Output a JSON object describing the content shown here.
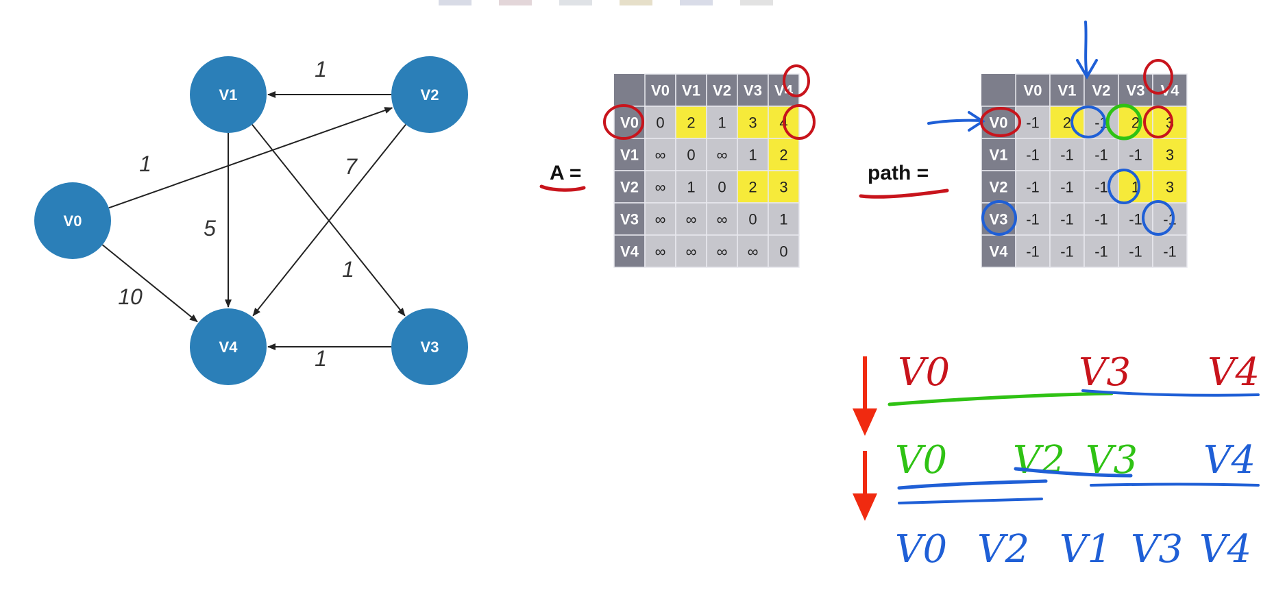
{
  "graph": {
    "nodes": [
      {
        "id": "V0"
      },
      {
        "id": "V1"
      },
      {
        "id": "V2"
      },
      {
        "id": "V3"
      },
      {
        "id": "V4"
      }
    ],
    "edges": [
      {
        "from": "V2",
        "to": "V1",
        "weight": "1"
      },
      {
        "from": "V0",
        "to": "V2",
        "weight": "1"
      },
      {
        "from": "V2",
        "to": "V4",
        "weight": "7"
      },
      {
        "from": "V1",
        "to": "V4",
        "weight": "5"
      },
      {
        "from": "V0",
        "to": "V4",
        "weight": "10"
      },
      {
        "from": "V1",
        "to": "V3",
        "weight": "1"
      },
      {
        "from": "V3",
        "to": "V4",
        "weight": "1"
      }
    ],
    "node_color": "#2b7fb8"
  },
  "matrix_a": {
    "label": "A =",
    "headers": [
      "V0",
      "V1",
      "V2",
      "V3",
      "V4"
    ],
    "rows": [
      [
        "0",
        "2",
        "1",
        "3",
        "4"
      ],
      [
        "∞",
        "0",
        "∞",
        "1",
        "2"
      ],
      [
        "∞",
        "1",
        "0",
        "2",
        "3"
      ],
      [
        "∞",
        "∞",
        "∞",
        "0",
        "1"
      ],
      [
        "∞",
        "∞",
        "∞",
        "∞",
        "0"
      ]
    ],
    "highlighted": [
      [
        0,
        1
      ],
      [
        0,
        3
      ],
      [
        0,
        4
      ],
      [
        1,
        4
      ],
      [
        2,
        3
      ],
      [
        2,
        4
      ]
    ]
  },
  "matrix_path": {
    "label": "path =",
    "headers": [
      "V0",
      "V1",
      "V2",
      "V3",
      "V4"
    ],
    "rows": [
      [
        "-1",
        "2",
        "-1",
        "2",
        "3"
      ],
      [
        "-1",
        "-1",
        "-1",
        "-1",
        "3"
      ],
      [
        "-1",
        "-1",
        "-1",
        "1",
        "3"
      ],
      [
        "-1",
        "-1",
        "-1",
        "-1",
        "-1"
      ],
      [
        "-1",
        "-1",
        "-1",
        "-1",
        "-1"
      ]
    ],
    "highlighted": [
      [
        0,
        1
      ],
      [
        0,
        3
      ],
      [
        0,
        4
      ],
      [
        1,
        4
      ],
      [
        2,
        3
      ],
      [
        2,
        4
      ]
    ]
  },
  "handwriting": {
    "line1": [
      "V0",
      "V3",
      "V4"
    ],
    "line2": [
      "V0",
      "V2",
      "V3",
      "V4"
    ],
    "line3": [
      "V0",
      "V2",
      "V1",
      "V3",
      "V4"
    ]
  },
  "colors": {
    "header_bg": "#7d7e8b",
    "cell_bg": "#c6c6cc",
    "highlight": "#f6ea3a",
    "ink_red": "#c8141c",
    "ink_blue": "#1f5fd6",
    "ink_green": "#2fc214",
    "arrow_red": "#f02a10"
  }
}
